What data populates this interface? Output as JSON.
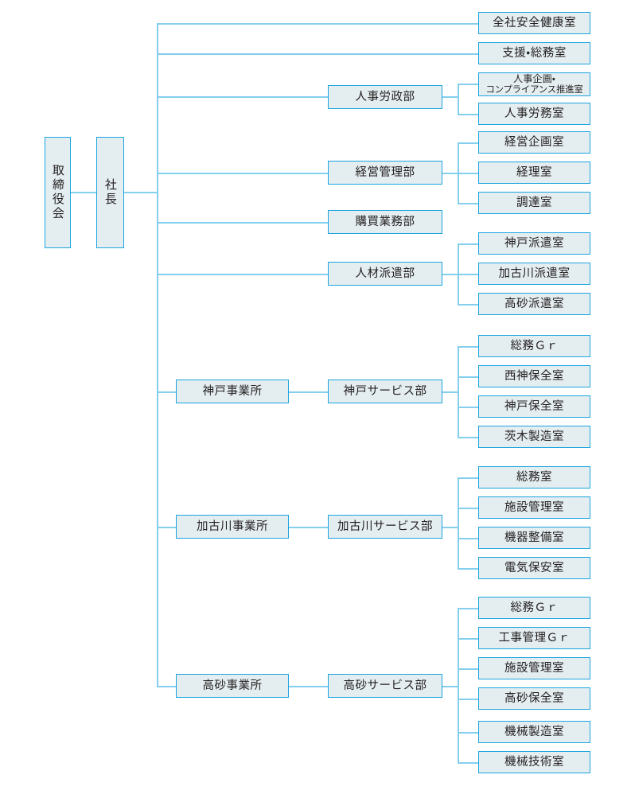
{
  "meta": {
    "title": "組織図",
    "colors": {
      "box_fill": "#e4edf0",
      "box_border": "#1ba5e0",
      "connector": "#84cfee",
      "text": "#231f20",
      "background": "#ffffff"
    }
  },
  "nodes": {
    "board": "取締役会",
    "president": "社長",
    "direct_offices": [
      "全社安全健康室",
      "支援・総務室"
    ],
    "departments": [
      "人事労政部",
      "経営管理部",
      "購買業務部",
      "人材派遣部"
    ],
    "jinji_rosei_children": [
      "人事企画・\nコンプライアンス推進室",
      "人事労務室"
    ],
    "jinji_rosei_child_1_line1": "人事企画・",
    "jinji_rosei_child_1_line2": "コンプライアンス推進室",
    "jinji_rosei_child_2": "人事労務室",
    "keiei_kanri_children": [
      "経営企画室",
      "経理室",
      "調達室"
    ],
    "jinzai_haken_children": [
      "神戸派遣室",
      "加古川派遣室",
      "高砂派遣室"
    ],
    "offices": [
      "神戸事業所",
      "加古川事業所",
      "高砂事業所"
    ],
    "service_departments": [
      "神戸サービス部",
      "加古川サービス部",
      "高砂サービス部"
    ],
    "kobe_service_children": [
      "総務Ｇｒ",
      "西神保全室",
      "神戸保全室",
      "茨木製造室"
    ],
    "kakogawa_service_children": [
      "総務室",
      "施設管理室",
      "機器整備室",
      "電気保安室"
    ],
    "takasago_service_children": [
      "総務Ｇｒ",
      "工事管理Ｇｒ",
      "施設管理室",
      "高砂保全室",
      "機械製造室",
      "機械技術室"
    ]
  }
}
